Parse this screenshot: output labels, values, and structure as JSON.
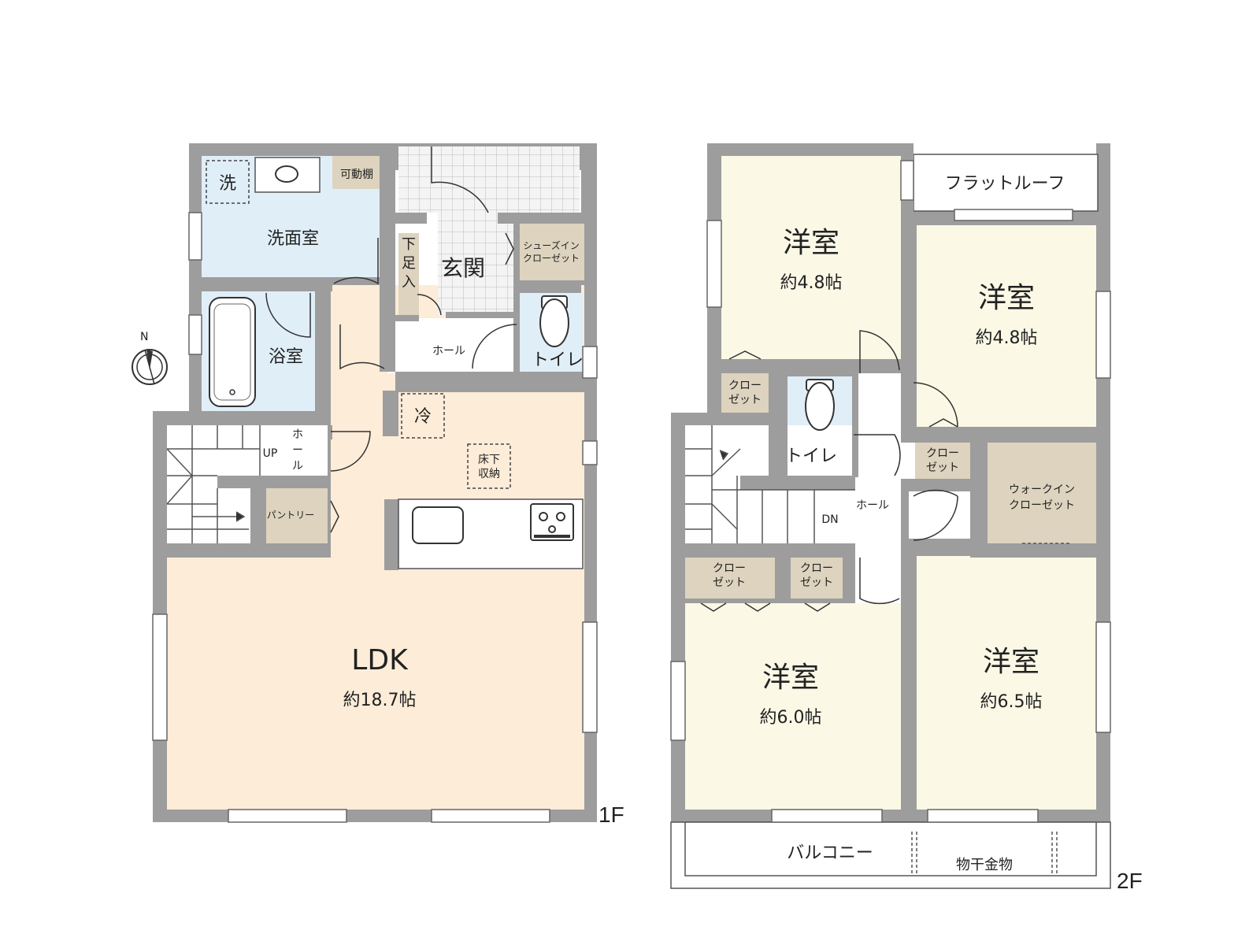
{
  "floor_1": {
    "label": "1F",
    "ldk": {
      "name": "LDK",
      "size": "約18.7帖"
    },
    "wash_room": "洗面室",
    "washer": "洗",
    "bath": "浴室",
    "movable_shelf": "可動棚",
    "entrance": "玄関",
    "shoe_box": "下足入",
    "shoes_in_closet": [
      "シューズイン",
      "クローゼット"
    ],
    "hall": "ホール",
    "stair_hall": "ホール",
    "toilet": "トイレ",
    "fridge": "冷",
    "underfloor_storage": [
      "床下",
      "収納"
    ],
    "pantry": "パントリー",
    "stairs_up": "UP"
  },
  "floor_2": {
    "label": "2F",
    "bedroom_nw": {
      "name": "洋室",
      "size": "約4.8帖"
    },
    "bedroom_ne": {
      "name": "洋室",
      "size": "約4.8帖"
    },
    "bedroom_sw": {
      "name": "洋室",
      "size": "約6.0帖"
    },
    "bedroom_se": {
      "name": "洋室",
      "size": "約6.5帖"
    },
    "flat_roof": "フラットルーフ",
    "closet": [
      "クロー",
      "ゼット"
    ],
    "walk_in_closet": [
      "ウォークイン",
      "クローゼット"
    ],
    "toilet": "トイレ",
    "hall": "ホール",
    "stairs_down": "DN",
    "balcony": "バルコニー",
    "drying_hardware": "物干金物"
  },
  "compass": {
    "north": "N"
  },
  "colors": {
    "wall": "#9d9d9d",
    "ldk": "#fcecd8",
    "wet": "#e0eef8",
    "bedroom": "#fbf8e6",
    "storage": "#ddd3be",
    "tile": "#f2f2f2",
    "line": "#555555"
  }
}
